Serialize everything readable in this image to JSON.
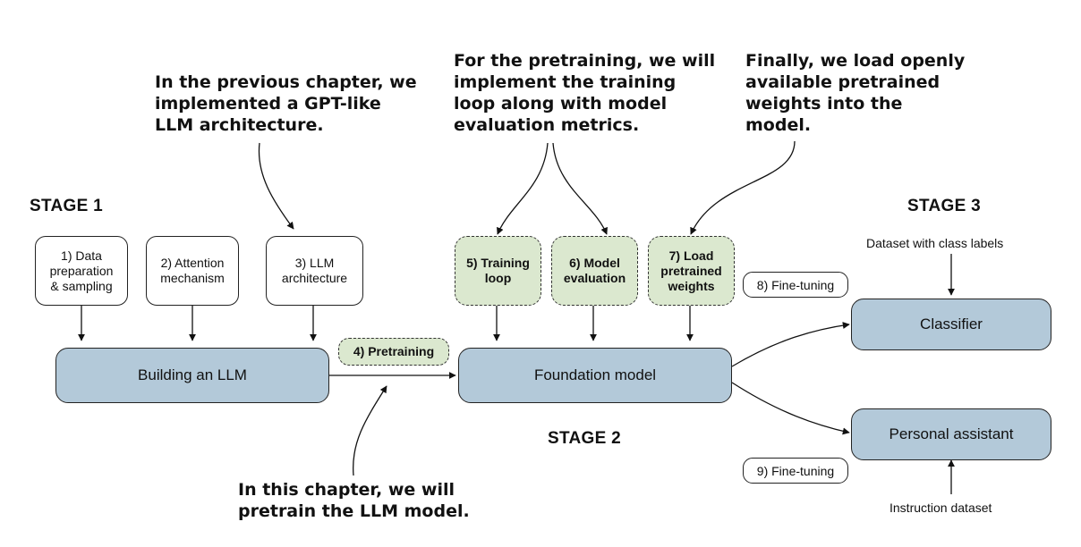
{
  "notes": {
    "previous_chapter": "In the previous chapter, we\nimplemented a GPT-like\nLLM architecture.",
    "pretraining_plan": "For the pretraining, we will\nimplement the training\nloop along with model\nevaluation metrics.",
    "load_weights": "Finally, we load openly\navailable pretrained\nweights into the\nmodel.",
    "this_chapter": "In this chapter, we will\npretrain the LLM model."
  },
  "stages": {
    "stage1": "STAGE 1",
    "stage2": "STAGE 2",
    "stage3": "STAGE 3"
  },
  "steps": {
    "step1": "1) Data\npreparation\n& sampling",
    "step2": "2) Attention\nmechanism",
    "step3": "3) LLM\narchitecture",
    "step4": "4) Pretraining",
    "step5": "5) Training\nloop",
    "step6": "6) Model\nevaluation",
    "step7": "7) Load\npretrained\nweights",
    "step8": "8) Fine-tuning",
    "step9": "9) Fine-tuning"
  },
  "models": {
    "building": "Building an LLM",
    "foundation": "Foundation model",
    "classifier": "Classifier",
    "assistant": "Personal assistant"
  },
  "datasets": {
    "class_labels": "Dataset with class labels",
    "instruction": "Instruction dataset"
  },
  "colors": {
    "model_fill": "#b3c9d9",
    "highlight_fill": "#dbe8cf",
    "stroke": "#222222"
  }
}
